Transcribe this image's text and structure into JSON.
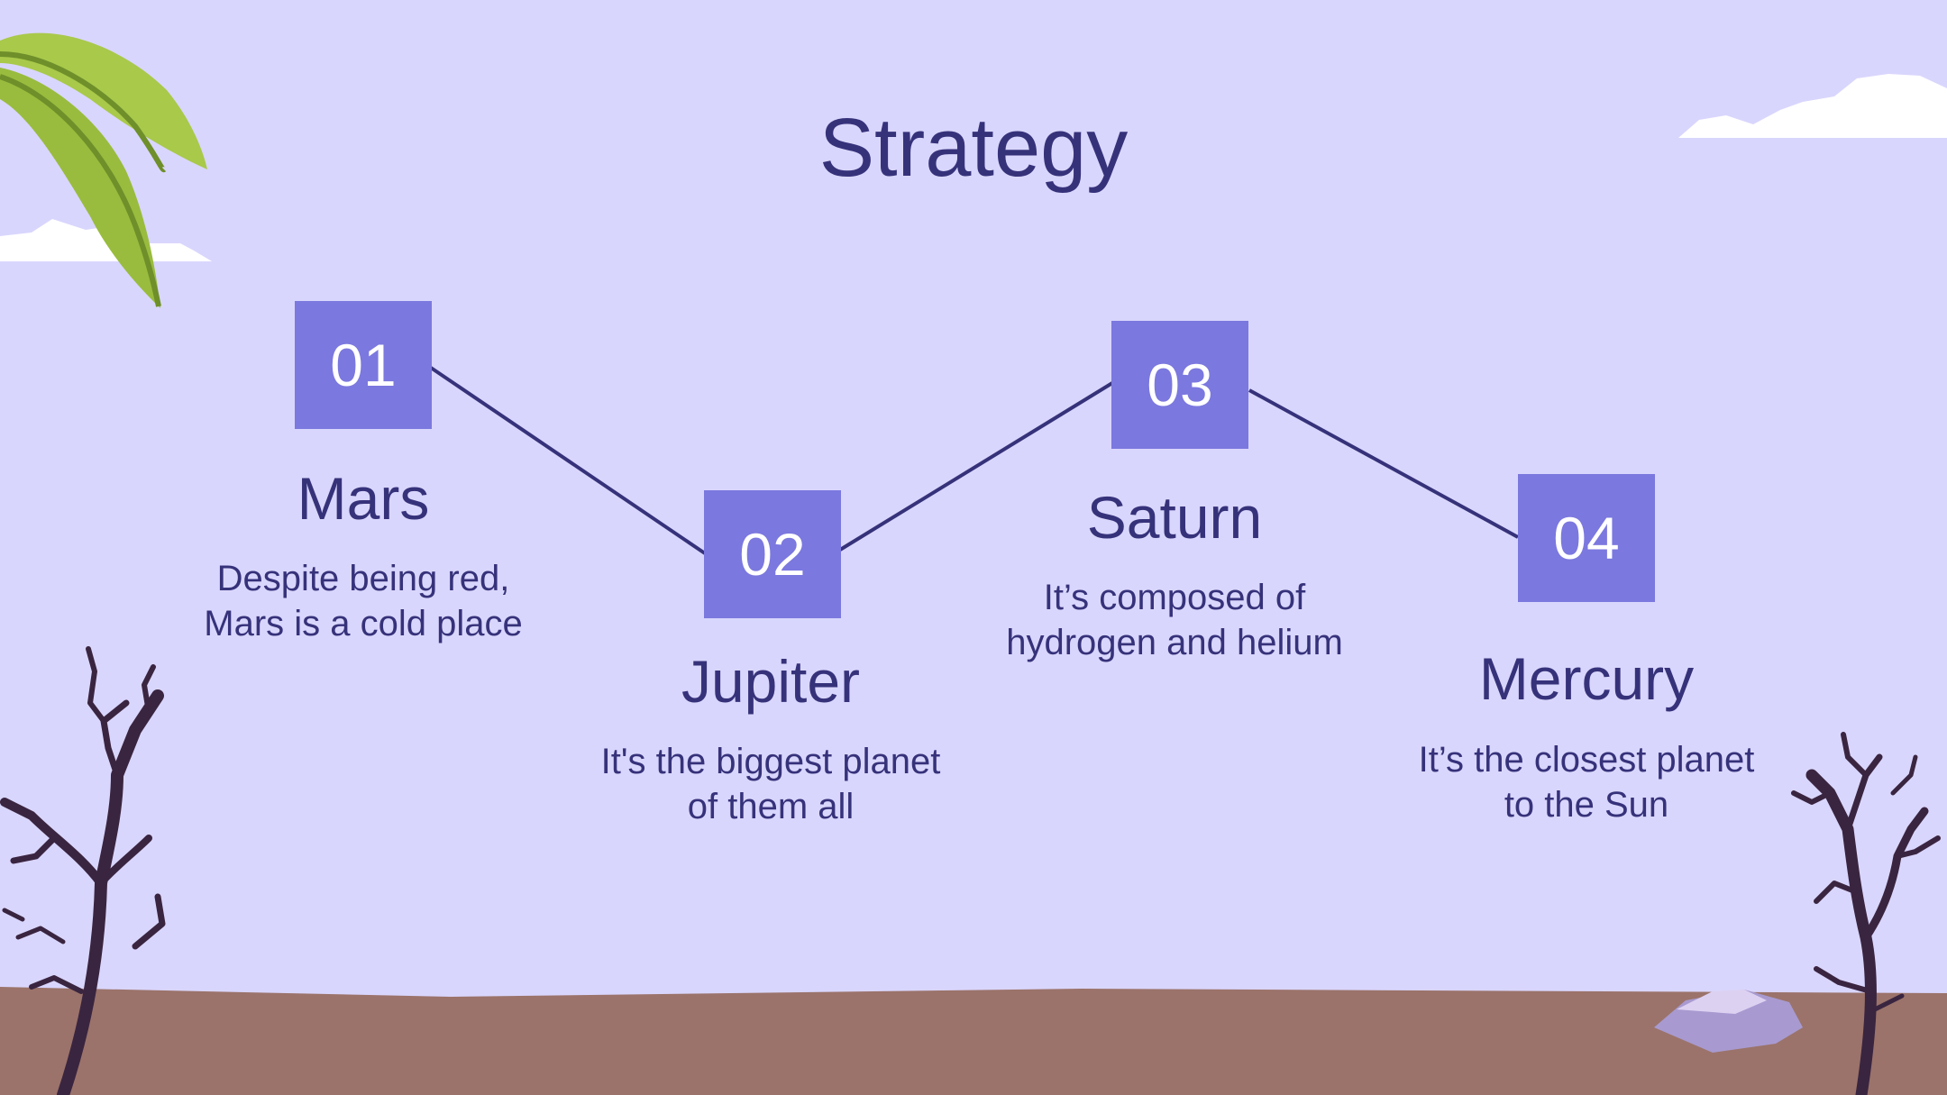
{
  "slide": {
    "title": "Strategy",
    "colors": {
      "background": "#d9d6fd",
      "accent": "#7b78df",
      "text": "#36327a",
      "ground": "#9b736a"
    },
    "steps": [
      {
        "number": "01",
        "name": "Mars",
        "description": [
          "Despite being red,",
          "Mars is a cold place"
        ]
      },
      {
        "number": "02",
        "name": "Jupiter",
        "description": [
          "It's the biggest planet",
          "of them all"
        ]
      },
      {
        "number": "03",
        "name": "Saturn",
        "description": [
          "It’s composed of",
          "hydrogen and helium"
        ]
      },
      {
        "number": "04",
        "name": "Mercury",
        "description": [
          "It’s the closest planet",
          "to the Sun"
        ]
      }
    ]
  }
}
